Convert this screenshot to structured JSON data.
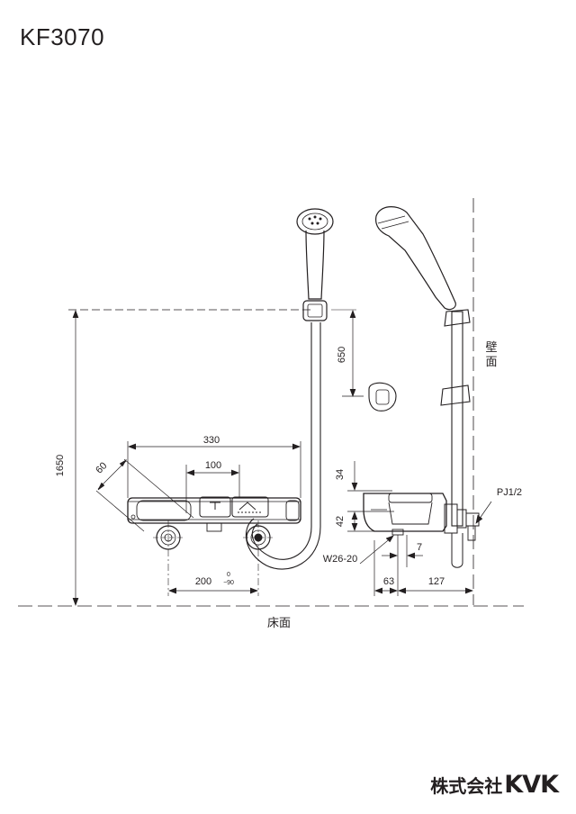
{
  "model": "KF3070",
  "dimensions": {
    "overall_height": "1650",
    "holder_spacing": "650",
    "body_width": "330",
    "center_offset": "100",
    "angle": "60",
    "inlet_spacing": "200",
    "tol_upper": "0",
    "tol_lower": "−90",
    "top_height": "34",
    "body_depth": "42",
    "wall_to_inlet": "63",
    "projection": "127",
    "offset_small": "7",
    "thread": "W26-20",
    "pipe": "PJ1/2"
  },
  "labels": {
    "wall": [
      "壁",
      "面"
    ],
    "floor": "床面"
  },
  "footer": {
    "company": "株式会社",
    "brand": "KVK"
  }
}
